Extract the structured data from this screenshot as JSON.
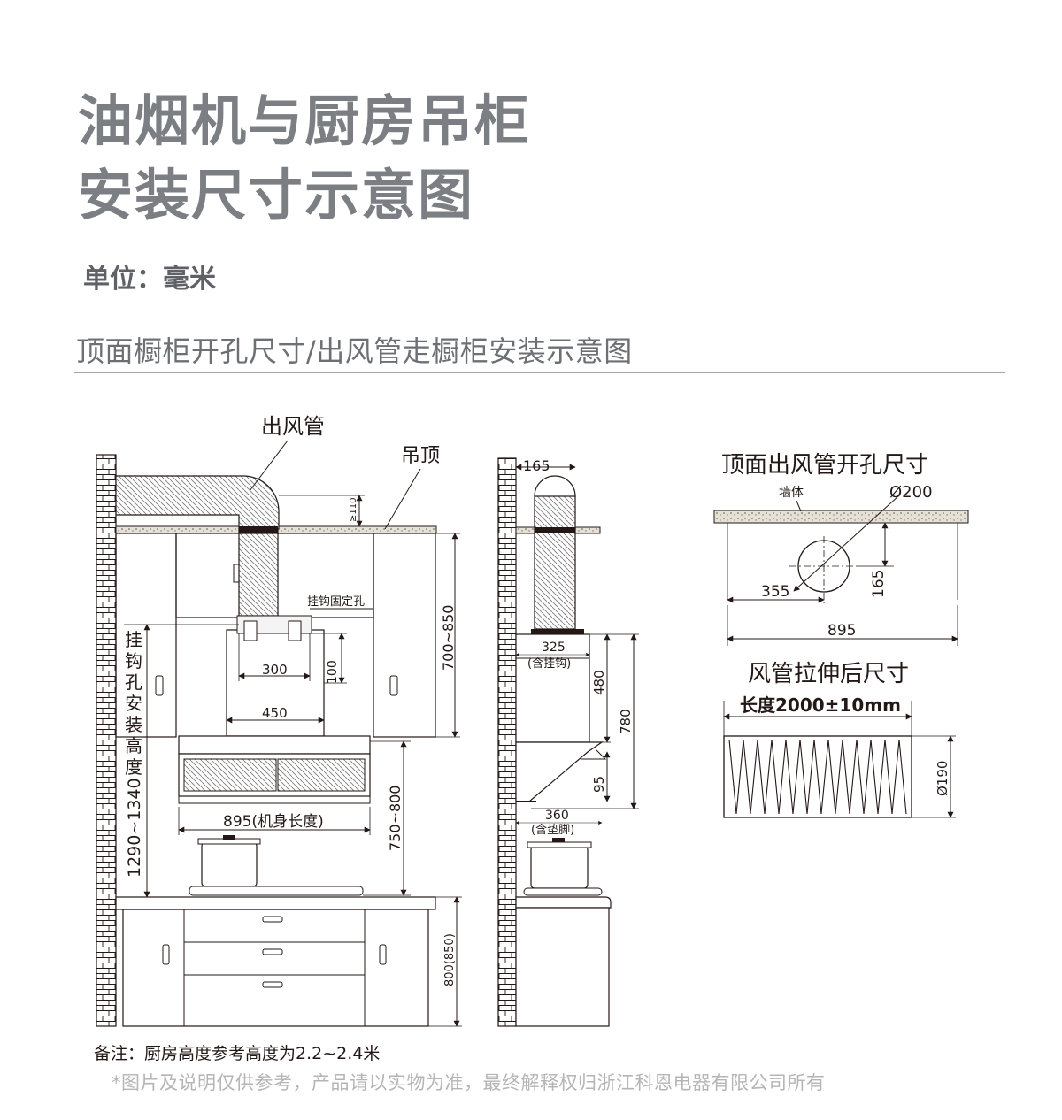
{
  "header": {
    "title_line1": "油烟机与厨房吊柜",
    "title_line2": "安装尺寸示意图",
    "unit": "单位：毫米",
    "subtitle": "顶面橱柜开孔尺寸/出风管走橱柜安装示意图"
  },
  "front_view": {
    "duct_label": "出风管",
    "ceiling_label": "吊顶",
    "gap_label": "≥110",
    "hook_hole_label": "挂钩固定孔",
    "hook_height_label": "挂钩孔安装高度",
    "hook_height_value": "1290~1340",
    "dim_300": "300",
    "dim_100": "100",
    "dim_450": "450",
    "dim_700_850": "700~850",
    "dim_895": "895(机身长度)",
    "dim_750_800": "750~800",
    "dim_800_850": "800(850)"
  },
  "side_view": {
    "dim_165": "165",
    "dim_325": "325",
    "dim_325_note": "(含挂钩)",
    "dim_480": "480",
    "dim_780": "780",
    "dim_95": "95",
    "dim_360": "360",
    "dim_360_note": "(含垫脚)"
  },
  "top_hole": {
    "title": "顶面出风管开孔尺寸",
    "wall_label": "墙体",
    "diameter": "Ø200",
    "dim_165": "165",
    "dim_355": "355",
    "dim_895": "895"
  },
  "duct_stretch": {
    "title": "风管拉伸后尺寸",
    "length": "长度2000±10mm",
    "diameter": "Ø190"
  },
  "footer": {
    "remark": "备注：厨房高度参考高度为2.2~2.4米",
    "disclaimer": "*图片及说明仅供参考，产品请以实物为准，最终解释权归浙江科恩电器有限公司所有"
  },
  "colors": {
    "title": "#7b7f84",
    "rule": "#9aa6b2",
    "line": "#231815",
    "disclaimer": "#b5b5b5"
  }
}
